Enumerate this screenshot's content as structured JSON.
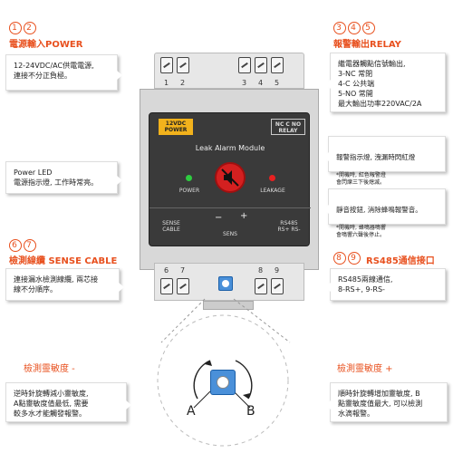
{
  "power": {
    "numbers": [
      "1",
      "2"
    ],
    "title": "電源輸入POWER",
    "desc": "12-24VDC/AC供電電源,\n連接不分正負極。"
  },
  "relay": {
    "numbers": [
      "3",
      "4",
      "5"
    ],
    "title": "報警輸出RELAY",
    "desc": "繼電器觸點信號輸出,\n3-NC   常閉\n4-C     公共端\n5-NO   常開\n最大輸出功率220VAC/2A"
  },
  "power_led": {
    "desc": "Power LED\n電源指示燈,  工作時常亮。"
  },
  "alarm_led": {
    "desc": "報警指示燈, 洩漏時閃紅燈",
    "sub": "*開機時, 紅色報警燈\n  會閃爍三下後熄滅。"
  },
  "mute": {
    "desc": "靜音按鈕, 消除蜂鳴報警音。",
    "sub": "*開機時, 蜂鳴器鳴響\n  會鳴響六聲後停止。"
  },
  "sense": {
    "numbers": [
      "6",
      "7"
    ],
    "title": "檢測線纜 SENSE CABLE",
    "desc": "連接漏水檢測線纜,  兩芯接\n線不分順序。"
  },
  "rs485": {
    "numbers": [
      "8",
      "9"
    ],
    "title": "RS485通信接口",
    "desc": "RS485兩線通信,\n8-RS+,  9-RS-"
  },
  "sens_minus": {
    "title": "檢測靈敏度 -",
    "desc": "逆時針旋轉減小靈敏度,\nA點靈敏度值最低,  需要\n較多水才能觸發報警。"
  },
  "sens_plus": {
    "title": "檢測靈敏度 +",
    "desc": "順時針旋轉增加靈敏度,  B\n點靈敏度值最大,  可以檢測\n水滴報警。"
  },
  "module": {
    "top_left_label": "12VDC\nPOWER",
    "top_right_label": "NC C NO\nRELAY",
    "name": "Leak Alarm Module",
    "power_label": "POWER",
    "leakage_label": "LEAKAGE",
    "sense_cable_label": "SENSE\nCABLE",
    "sens_label": "SENS",
    "rs485_label": "RS485\nRS+ RS-",
    "minus": "−",
    "plus": "+",
    "top_terminals": [
      "1",
      "2",
      "3",
      "4",
      "5"
    ],
    "bottom_terminals": [
      "6",
      "7",
      "8",
      "9"
    ]
  },
  "knob": {
    "label_a": "A",
    "label_b": "B"
  },
  "colors": {
    "accent": "#e8501e",
    "panel": "#3a3a3a",
    "power_led": "#2ecc40",
    "alarm_led": "#e82020",
    "mute_button": "#d42020",
    "yellow_tag": "#f2b21c"
  }
}
